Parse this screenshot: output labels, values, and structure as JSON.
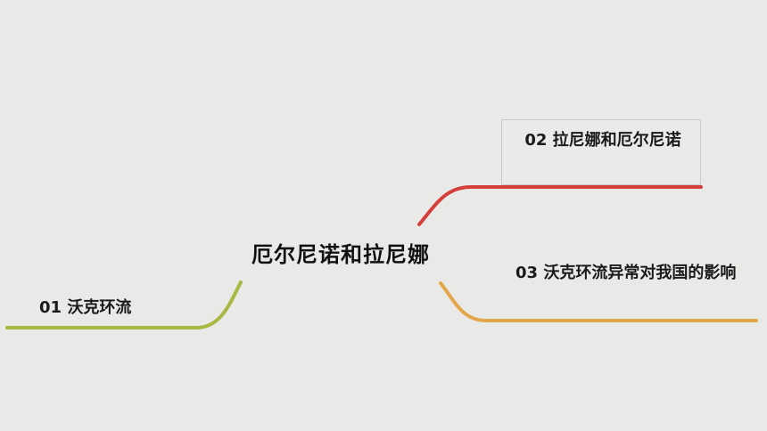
{
  "mindmap": {
    "center": "厄尔尼诺和拉尼娜",
    "branches": [
      {
        "label": "01 沃克环流",
        "color": "#a9b842"
      },
      {
        "label": "02 拉尼娜和厄尔尼诺",
        "color": "#d43f3a"
      },
      {
        "label": "03 沃克环流异常对我国的影响",
        "color": "#e3a64a"
      }
    ]
  }
}
